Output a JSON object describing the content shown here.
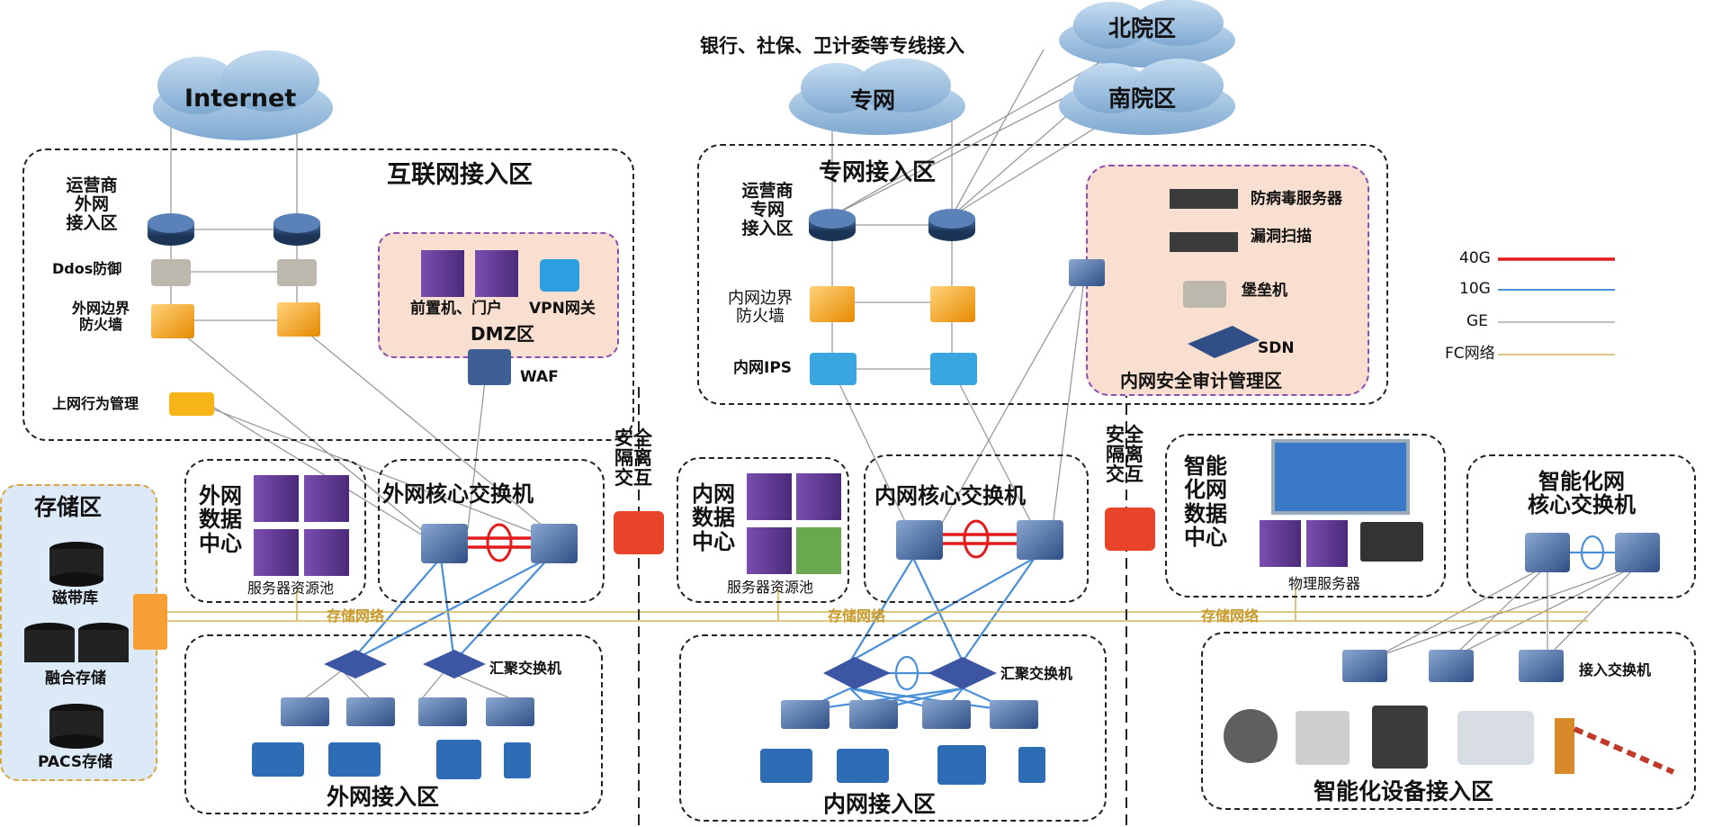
{
  "clouds": {
    "internet": "Internet",
    "zhuanwang": "专网",
    "beiyuan": "北院区",
    "nanyuan": "南院区"
  },
  "zones": {
    "internet_access": "互联网接入区",
    "dmz": "DMZ区",
    "private_access": "专网接入区",
    "security_audit": "内网安全审计管理区",
    "storage": "存储区",
    "external_access": "外网接入区",
    "internal_access": "内网接入区",
    "smart_device_access": "智能化设备接入区"
  },
  "labels": {
    "special_lines": "银行、社保、卫计委等专线接入",
    "isp_external": "运营商\n外网\n接入区",
    "ddos": "Ddos防御",
    "ext_firewall": "外网边界\n防火墙",
    "behavior_mgmt": "上网行为管理",
    "frontend_portal": "前置机、门户",
    "vpn_gateway": "VPN网关",
    "waf": "WAF",
    "isp_private": "运营商\n专网\n接入区",
    "int_firewall": "内网边界\n防火墙",
    "int_ips": "内网IPS",
    "antivirus": "防病毒服务器",
    "vuln_scan": "漏洞扫描",
    "bastion": "堡垒机",
    "sdn": "SDN",
    "isolation_1": "安全\n隔离\n交互",
    "isolation_2": "安全\n隔离\n交互",
    "ext_datacenter": "外网\n数据\n中心",
    "int_datacenter": "内网\n数据\n中心",
    "smart_datacenter": "智能\n化网\n数据\n中心",
    "server_pool_1": "服务器资源池",
    "server_pool_2": "服务器资源池",
    "physical_servers": "物理服务器",
    "ext_core": "外网核心交换机",
    "int_core": "内网核心交换机",
    "smart_core": "智能化网\n核心交换机",
    "agg_switch_1": "汇聚交换机",
    "agg_switch_2": "汇聚交换机",
    "access_switch": "接入交换机",
    "storage_net_1": "存储网络",
    "storage_net_2": "存储网络",
    "storage_net_3": "存储网络",
    "tape": "磁带库",
    "fusion_storage": "融合存储",
    "pacs": "PACS存储"
  },
  "legend": [
    {
      "label": "40G",
      "color": "#e21b1b"
    },
    {
      "label": "10G",
      "color": "#4a90d9"
    },
    {
      "label": "GE",
      "color": "#9a9a9a"
    },
    {
      "label": "FC网络",
      "color": "#d4b65a"
    }
  ],
  "colors": {
    "cloud": "#a9cbe8",
    "router": "#2d4d7a",
    "firewall": "#f5a623",
    "server": "#6b3d9a",
    "switch": "#3f63a0",
    "fc_line": "#d4b65a",
    "ge_line": "#9a9a9a",
    "tenge_line": "#4a90d9",
    "fortyg_line": "#e21b1b"
  }
}
